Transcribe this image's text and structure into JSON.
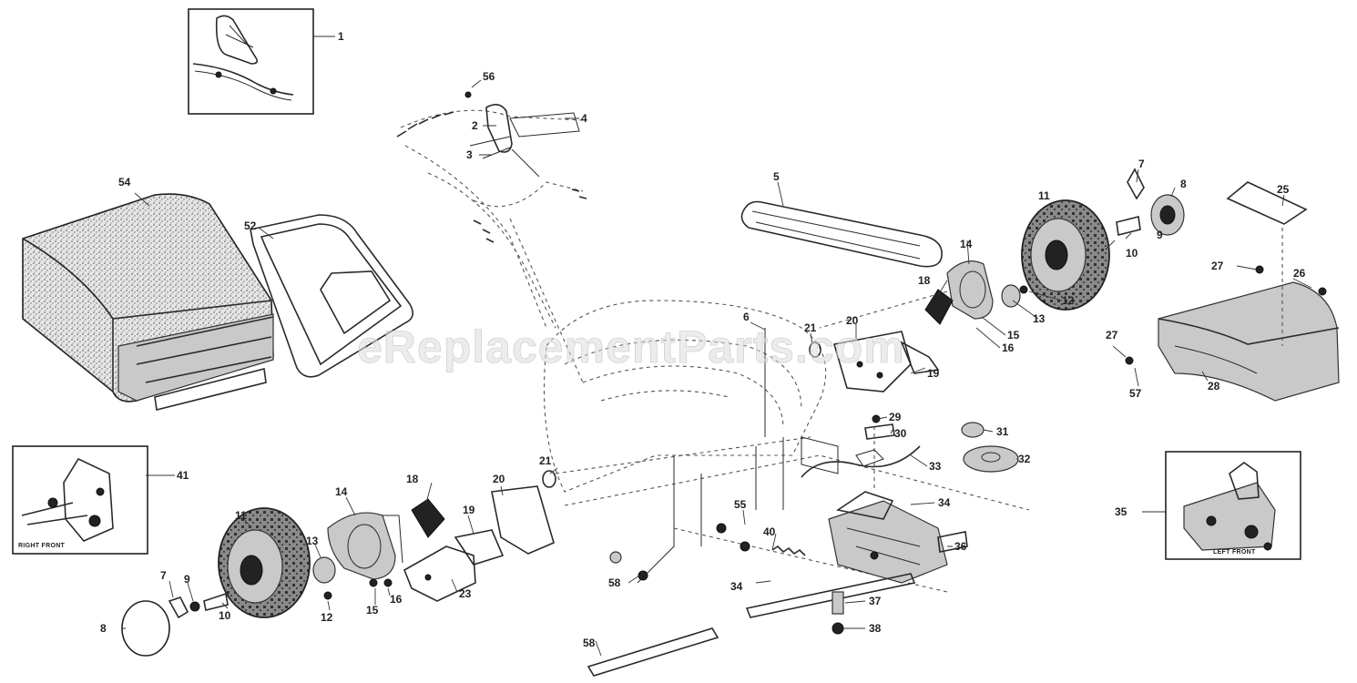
{
  "watermark": "eReplacementParts.com",
  "callouts": {
    "c1": "1",
    "c2": "2",
    "c3": "3",
    "c4": "4",
    "c5": "5",
    "c6": "6",
    "c7r": "7",
    "c8r": "8",
    "c9r": "9",
    "c10r": "10",
    "c11r": "11",
    "c12r": "12",
    "c13r": "13",
    "c14r": "14",
    "c15r": "15",
    "c16r": "16",
    "c18r": "18",
    "c19": "19",
    "c20r": "20",
    "c21r": "21",
    "c25": "25",
    "c26": "26",
    "c27a": "27",
    "c27b": "27",
    "c28": "28",
    "c29": "29",
    "c30": "30",
    "c31": "31",
    "c32": "32",
    "c33": "33",
    "c34a": "34",
    "c34b": "34",
    "c35": "35",
    "c36": "36",
    "c37": "37",
    "c38": "38",
    "c40": "40",
    "c41": "41",
    "c52": "52",
    "c54": "54",
    "c55": "55",
    "c56": "56",
    "c57": "57",
    "c58a": "58",
    "c58b": "58",
    "c7l": "7",
    "c8l": "8",
    "c9l": "9",
    "c10l": "10",
    "c11l": "11",
    "c12l": "12",
    "c13l": "13",
    "c14l": "14",
    "c15l": "15",
    "c16l": "16",
    "c18l": "18",
    "c19l": "19",
    "c20l": "20",
    "c21l": "21",
    "c23": "23"
  },
  "insets": {
    "right_front": "RIGHT FRONT",
    "left_front": "LEFT FRONT"
  },
  "colors": {
    "ink": "#2a2a2a",
    "background": "#ffffff",
    "watermark": "#dcdcdc"
  }
}
